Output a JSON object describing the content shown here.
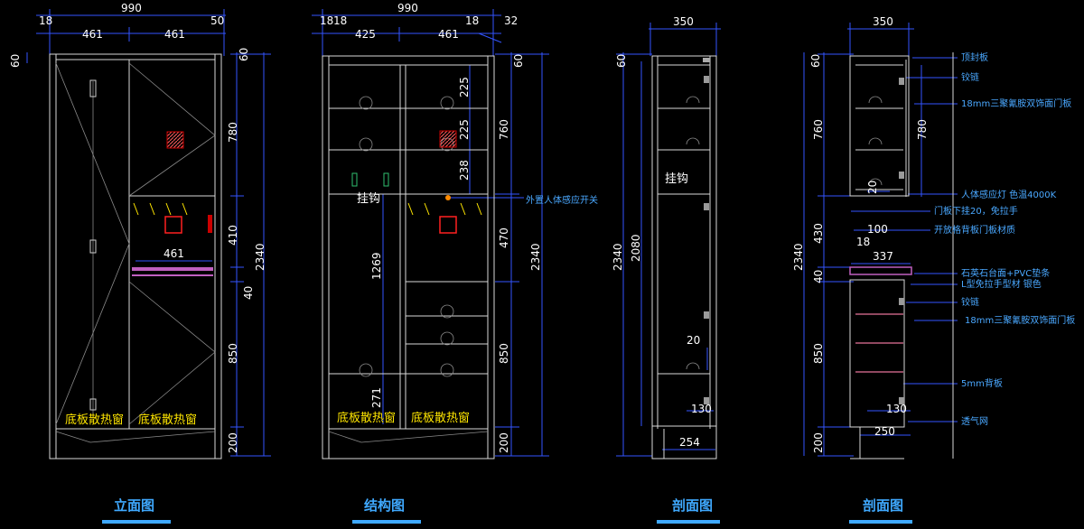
{
  "views": {
    "elevation": {
      "title": "立面图",
      "dims": {
        "total_width": "990",
        "left_side": "18",
        "right_side": "50",
        "left_door": "461",
        "right_door": "461",
        "inner_width": "461",
        "top_margin": "60",
        "top_right": "60",
        "seg_top": "780",
        "seg_mid": "410",
        "seg_gap": "40",
        "seg_low": "850",
        "seg_base": "200",
        "total_height": "2340"
      },
      "vent_left": "底板散热窗",
      "vent_right": "底板散热窗"
    },
    "structure": {
      "title": "结构图",
      "dims": {
        "total_width": "990",
        "left_side": "18",
        "mid_side": "18",
        "right_side": "32",
        "left_bay": "425",
        "right_bay": "461",
        "top_margin": "60",
        "shelf_1": "225",
        "shelf_2": "225",
        "shelf_3": "238",
        "seg_top": "760",
        "seg_mid": "470",
        "seg_low": "850",
        "seg_base": "200",
        "total_height": "2340",
        "hook_height": "1269",
        "bottom_shelf": "271"
      },
      "hook_label": "挂钩",
      "sensor_note": "外置人体感应开关",
      "vent_left": "底板散热窗",
      "vent_right": "底板散热窗"
    },
    "section_a": {
      "title": "剖面图",
      "dims": {
        "depth": "350",
        "top_margin": "60",
        "total_height": "2340",
        "inner_height": "2080",
        "door_gap": "20",
        "foot_offset": "130",
        "foot_depth": "254"
      },
      "hook_label": "挂钩"
    },
    "section_b": {
      "title": "剖面图",
      "dims": {
        "depth": "350",
        "top_margin": "60",
        "seg_top": "760",
        "door_height": "780",
        "door_drop": "20",
        "setback": "100",
        "side_18": "18",
        "counter_depth": "337",
        "seg_mid": "430",
        "seg_gap": "40",
        "seg_low": "850",
        "seg_base": "200",
        "total_height": "2340",
        "foot_offset": "130",
        "foot_depth": "250"
      },
      "notes": [
        "顶封板",
        "铰链",
        "18mm三聚氰胺双饰面门板",
        "人体感应灯 色温4000K",
        "门板下挂20，免拉手",
        "开放格背板门板材质",
        "石英石台面+PVC垫条",
        "L型免拉手型材 银色",
        "铰链",
        "18mm三聚氰胺双饰面门板",
        "5mm背板",
        "透气网"
      ]
    }
  },
  "colors": {
    "background": "#000000",
    "dimension_line": "#3355ff",
    "cabinet_line": "#d9d9d9",
    "annotation": "#4aa8ff",
    "vent_text": "#ffe600",
    "counter_band": "#c060c0",
    "sensor_box": "#cc0000"
  }
}
